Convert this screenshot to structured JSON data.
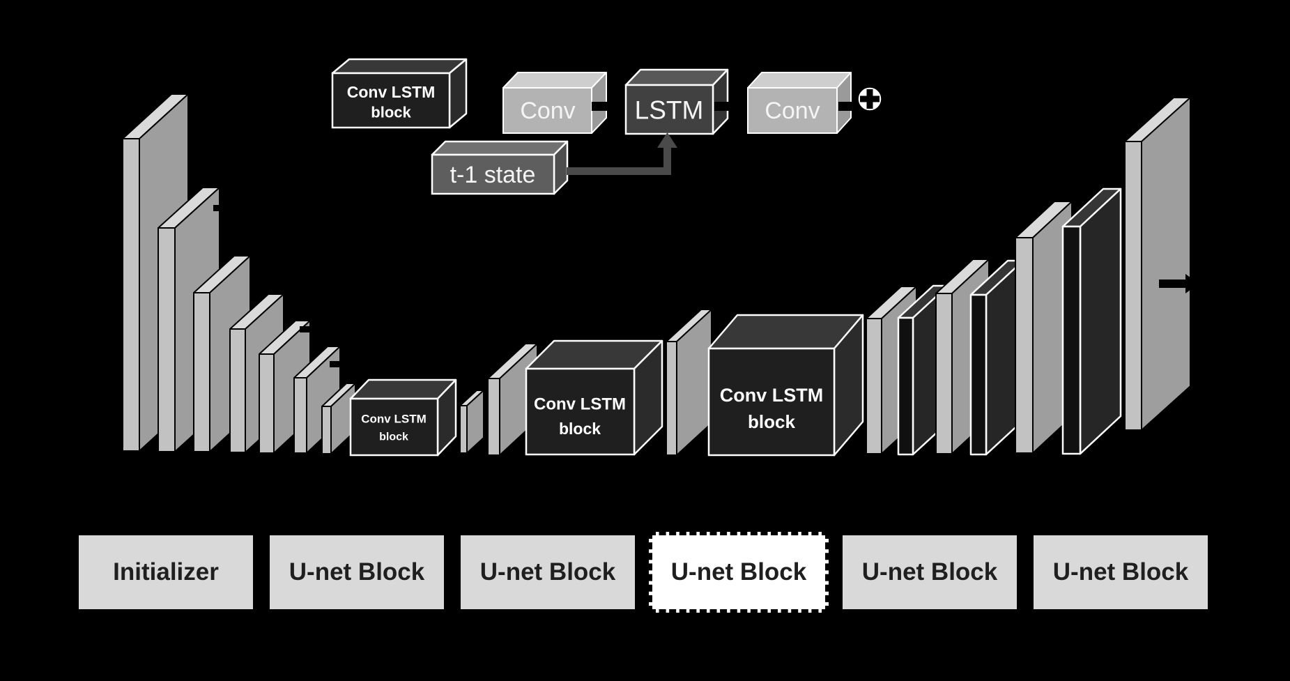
{
  "palette": {
    "background": "#000000",
    "slab_front": "#c2c2c2",
    "slab_top": "#dadada",
    "slab_side": "#9e9e9e",
    "skip_slab_front": "#101010",
    "skip_slab_top": "#363636",
    "skip_slab_side": "#262626",
    "dark_box_front": "#1f1f1f",
    "dark_box_top": "#383838",
    "dark_box_side": "#2b2b2b",
    "lstm_front": "#414141",
    "lstm_top": "#585858",
    "lstm_side": "#343434",
    "conv_front": "#b3b3b3",
    "conv_top": "#cecece",
    "conv_side": "#9a9a9a",
    "state_front": "#5e5e5e",
    "state_top": "#717171",
    "state_side": "#4e4e4e",
    "connector_gray": "#4a4a4a",
    "arrow_black": "#000000",
    "step_bg": "#d9d9d9",
    "step_selected_bg": "#ffffff",
    "step_text": "#1f1f1f"
  },
  "legend": {
    "conv_lstm_block": {
      "line1": "Conv LSTM",
      "line2": "block"
    },
    "conv_in": "Conv",
    "lstm": "LSTM",
    "conv_out": "Conv",
    "state": "t-1 state",
    "add_icon": "circled-plus"
  },
  "bottleneck": {
    "small": {
      "line1": "Conv LSTM",
      "line2": "block"
    },
    "medium": {
      "line1": "Conv LSTM",
      "line2": "block"
    },
    "large": {
      "line1": "Conv LSTM",
      "line2": "block"
    }
  },
  "pipeline": {
    "steps": [
      {
        "label": "Initializer",
        "selected": false
      },
      {
        "label": "U-net Block",
        "selected": false
      },
      {
        "label": "U-net Block",
        "selected": false
      },
      {
        "label": "U-net Block",
        "selected": true
      },
      {
        "label": "U-net Block",
        "selected": false
      },
      {
        "label": "U-net Block",
        "selected": false
      }
    ]
  }
}
